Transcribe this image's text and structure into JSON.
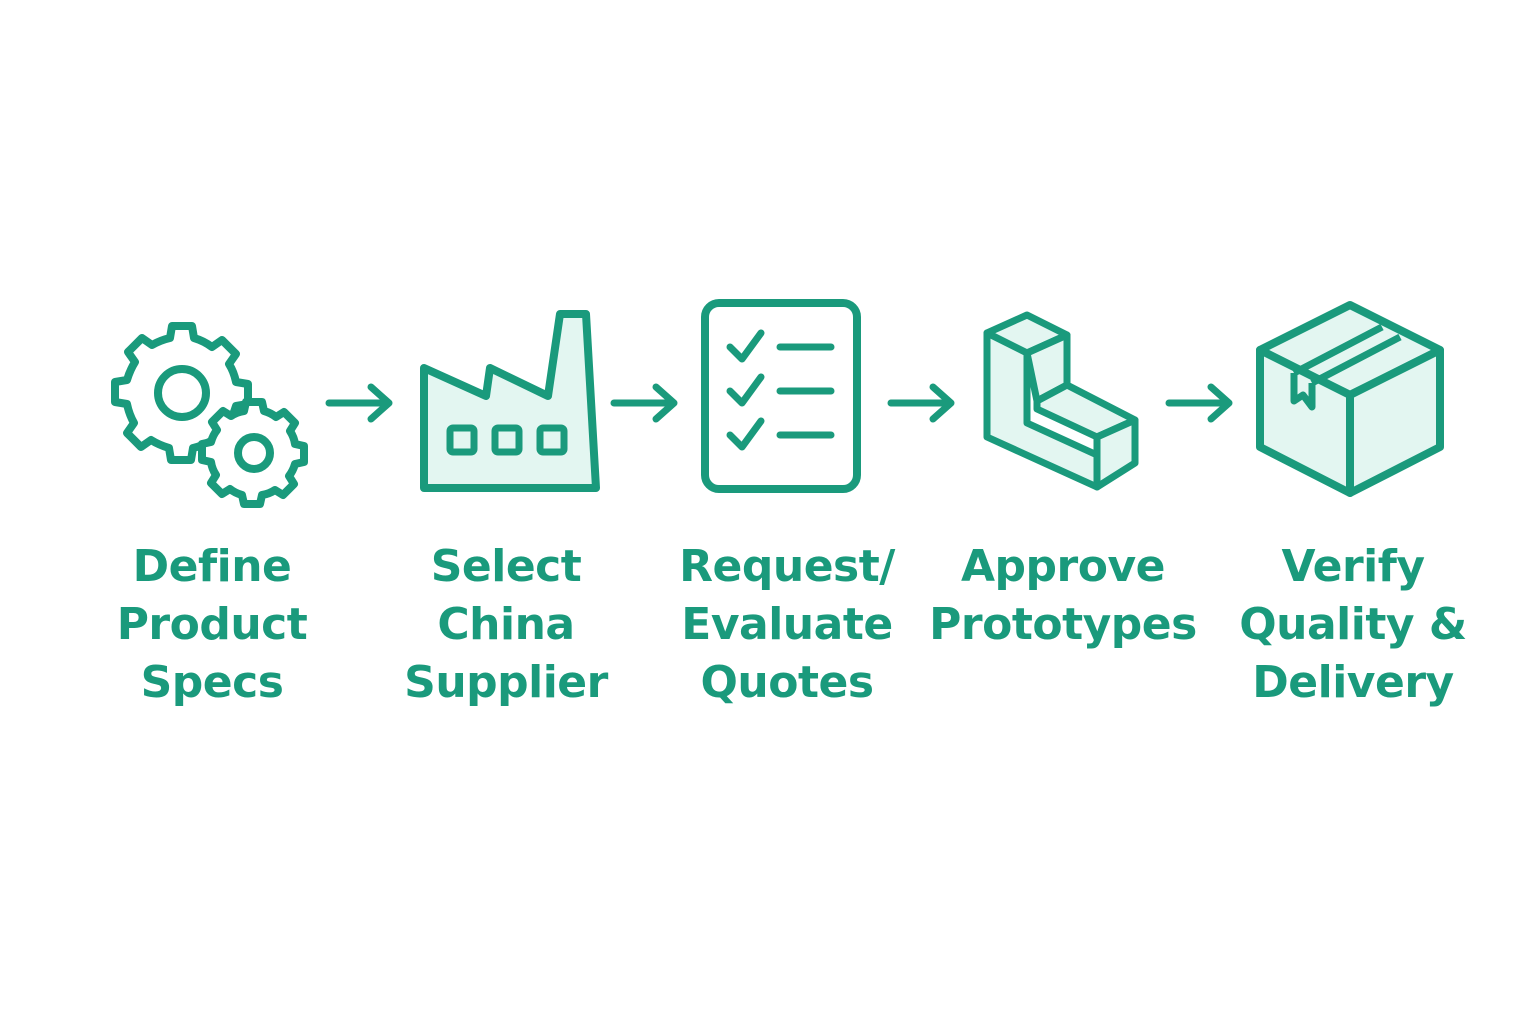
{
  "colors": {
    "accent": "#1a9a7c",
    "fill": "#e3f6f1",
    "background": "#ffffff"
  },
  "steps": [
    {
      "icon": "gears-icon",
      "lines": [
        "Define",
        "Product",
        "Specs"
      ]
    },
    {
      "icon": "factory-icon",
      "lines": [
        "Select",
        "China",
        "Supplier"
      ]
    },
    {
      "icon": "checklist-icon",
      "lines": [
        "Request/",
        "Evaluate",
        "Quotes"
      ]
    },
    {
      "icon": "prototype-block-icon",
      "lines": [
        "Approve",
        "Prototypes"
      ]
    },
    {
      "icon": "package-box-icon",
      "lines": [
        "Verify",
        "Quality &",
        "Delivery"
      ]
    }
  ]
}
